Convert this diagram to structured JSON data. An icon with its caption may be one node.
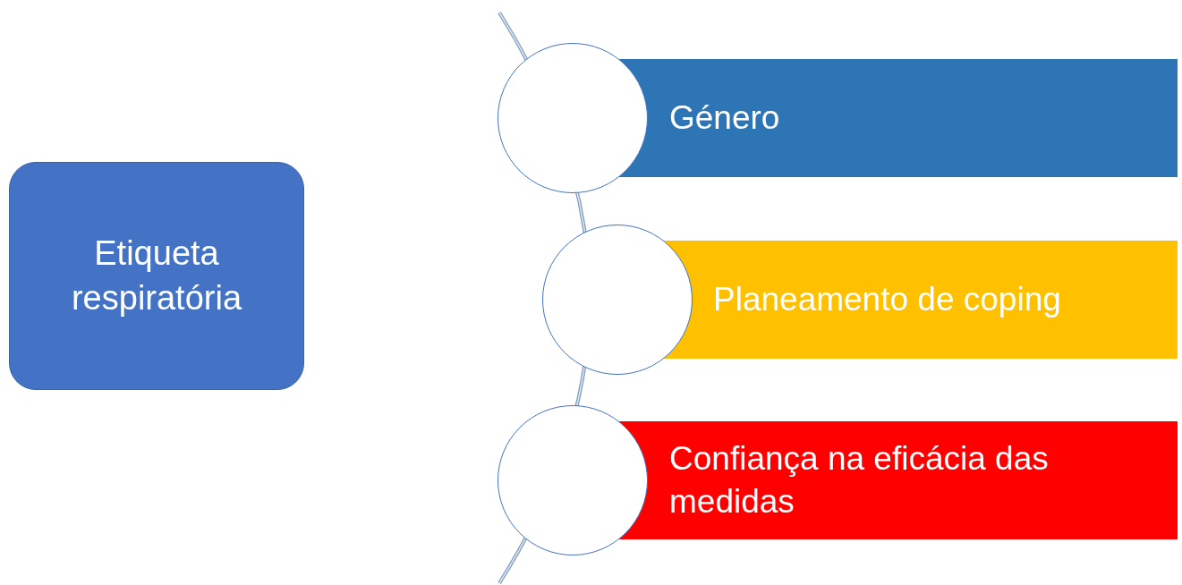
{
  "diagram": {
    "nodes": [
      {
        "text": [
          "Etiqueta respiratória"
        ]
      },
      {
        "text": [],
        "shape": "circle"
      },
      {
        "text": [
          "Género"
        ]
      },
      {
        "text": [],
        "shape": "circle"
      },
      {
        "text": [
          "Planeamento de coping"
        ]
      },
      {
        "text": [],
        "shape": "circle"
      },
      {
        "text": [
          "Confiança na eficácia das medidas"
        ]
      }
    ]
  }
}
